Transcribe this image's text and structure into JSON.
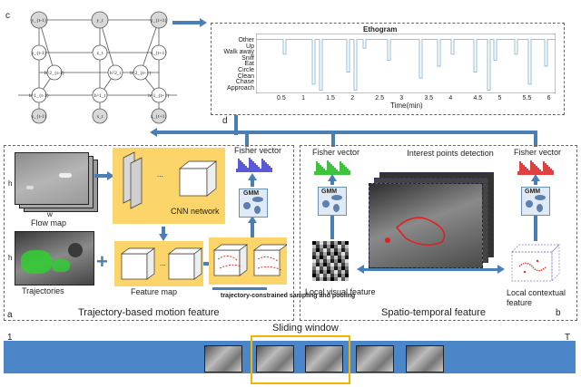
{
  "panels": {
    "c_letter": "c",
    "d_letter": "d",
    "a_letter": "a",
    "b_letter": "b"
  },
  "graphical_model": {
    "top_row": [
      "y_{t-1}",
      "y_t",
      "y_{t+1}"
    ],
    "z_row": [
      "z_{t-1}",
      "z_t",
      "z_{t+1}"
    ],
    "h2_row": [
      "h^2_{t-1}",
      "h^2_t",
      "h^2_{t+1}"
    ],
    "h1_row": [
      "h^1_{t-1}",
      "h^1_t",
      "h^1_{t+1}"
    ],
    "x_row": [
      "x_{t-1}",
      "x_t",
      "x_{t+1}"
    ]
  },
  "ethogram": {
    "title": "Ethogram",
    "behaviors": [
      "Other",
      "Up",
      "Walk away",
      "Sniff",
      "Eat",
      "Circle",
      "Clean",
      "Chase",
      "Approach"
    ],
    "x_ticks": [
      "0.5",
      "1",
      "1.5",
      "2",
      "2.5",
      "3",
      "3.5",
      "4",
      "4.5",
      "5",
      "5.5",
      "6"
    ],
    "xlabel": "Time(min)",
    "line_color": "#8ab6d6"
  },
  "motion": {
    "h_label": "h",
    "w_label": "w",
    "flow_map": "Flow map",
    "trajectories": "Trajectories",
    "cnn": "CNN network",
    "feature_map": "Feature map",
    "fisher": "Fisher vector",
    "gmm": "GMM",
    "pooling": "trajectory-constrained sampling and pooling",
    "title": "Trajectory-based motion feature",
    "plus": "+",
    "dots": "...",
    "fisher_color": "#5a5ad8"
  },
  "spatio": {
    "fisher_left": "Fisher vector",
    "fisher_right": "Fisher vector",
    "interest": "Interest points detection",
    "gmm_left": "GMM",
    "gmm_right": "GMM",
    "local_visual": "Local visual feature",
    "local_context": "Local contextual feature",
    "title": "Spatio-temporal feature",
    "green": "#3cc43c",
    "red": "#e04040"
  },
  "timeline": {
    "label": "Sliding window",
    "start": "1",
    "end": "T",
    "bar_color": "#4a86c8",
    "window_color": "#f4b400"
  }
}
